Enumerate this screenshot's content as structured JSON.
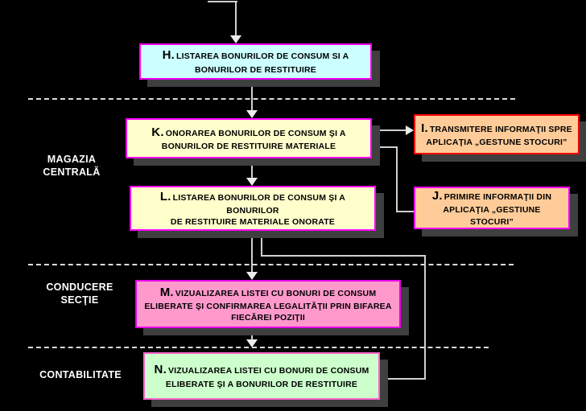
{
  "diagram": {
    "background": "#000000",
    "connector_color": "#cfcfcf",
    "separator_color": "#dcdcdc",
    "boxes": [
      {
        "id": "H",
        "prefix": "H.",
        "label": "LISTAREA BONURILOR DE CONSUM SI A\nBONURILOR DE RESTITUIRE",
        "fill": "#ccffff",
        "border": "#ff00ff"
      },
      {
        "id": "K",
        "prefix": "K.",
        "label": "ONORAREA BONURILOR DE CONSUM ŞI A\nBONURILOR DE RESTITUIRE MATERIALE",
        "fill": "#ffffcc",
        "border": "#ff00ff"
      },
      {
        "id": "I",
        "prefix": "I.",
        "label": "TRANSMITERE INFORMAŢII SPRE\nAPLICAŢIA „GESTUNE STOCURI”",
        "fill": "#ffcc99",
        "border": "#ff0000"
      },
      {
        "id": "J",
        "prefix": "J.",
        "label": "PRIMIRE INFORMAŢII DIN\nAPLICAŢIA „GESTIUNE STOCURI”",
        "fill": "#ffcc99",
        "border": "#ff00ff"
      },
      {
        "id": "L",
        "prefix": "L.",
        "label": "LISTAREA BONURILOR DE CONSUM ŞI A BONURILOR\nDE RESTITUIRE MATERIALE ONORATE",
        "fill": "#ffffcc",
        "border": "#ff00ff"
      },
      {
        "id": "M",
        "prefix": "M.",
        "label": "VIZUALIZAREA LISTEI CU  BONURI DE CONSUM\nELIBERATE ŞI CONFIRMAREA LEGALITĂŢII PRIN BIFAREA\nFIECĂREI POZIŢII",
        "fill": "#ff99cc",
        "border": "#e800e8"
      },
      {
        "id": "N",
        "prefix": "N.",
        "label": "VIZUALIZAREA LISTEI CU  BONURI DE CONSUM\nELIBERATE ŞI A BONURILOR DE RESTITUIRE",
        "fill": "#ccffcc",
        "border": "#ff66cc"
      }
    ],
    "section_labels": [
      {
        "text": "MAGAZIA\nCENTRALĂ"
      },
      {
        "text": "CONDUCERE\nSECŢIE"
      },
      {
        "text": "CONTABILITATE"
      }
    ]
  }
}
